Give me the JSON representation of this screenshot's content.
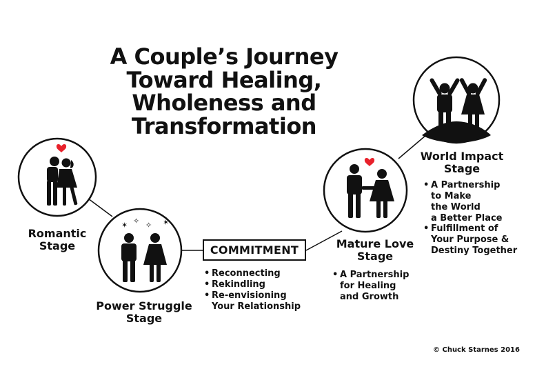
{
  "title": {
    "line1": "A Couple’s Journey",
    "line2": "Toward Healing,",
    "line3": "Wholeness and",
    "line4": "Transformation"
  },
  "stages": {
    "romantic": {
      "line1": "Romantic",
      "line2": "Stage"
    },
    "power_struggle": {
      "line1": "Power Struggle",
      "line2": "Stage"
    },
    "mature_love": {
      "line1": "Mature Love",
      "line2": "Stage",
      "bullets": [
        "A Partnership",
        "for Healing",
        "and Growth"
      ]
    },
    "world_impact": {
      "line1": "World Impact",
      "line2": "Stage",
      "bullets_a": [
        "A Partnership",
        "to Make",
        "the World",
        "a Better Place"
      ],
      "bullets_b": [
        "Fulfillment of",
        "Your Purpose &",
        "Destiny Together"
      ]
    }
  },
  "commitment": {
    "label": "COMMITMENT",
    "bullets": [
      "Reconnecting",
      "Rekindling",
      "Re-envisioning",
      "Your Relationship"
    ]
  },
  "copyright": "© Chuck Starnes 2016",
  "colors": {
    "ink": "#111111",
    "heart": "#e8212b",
    "background": "#ffffff"
  },
  "icons": [
    "kissing-couple-icon",
    "heart-icon",
    "arguing-couple-icon",
    "holding-hands-couple-icon",
    "celebrating-couple-icon",
    "hill-icon"
  ]
}
